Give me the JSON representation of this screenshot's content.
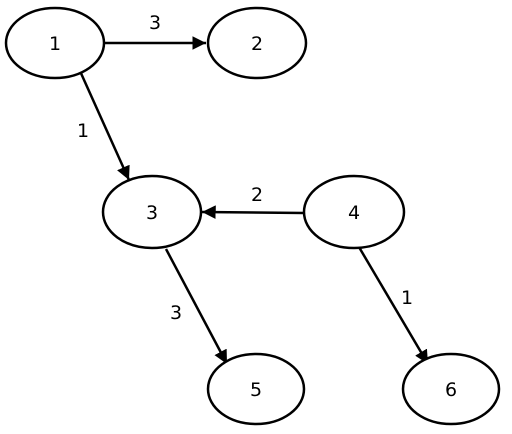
{
  "nodes": [
    {
      "id": "1",
      "label": "1"
    },
    {
      "id": "2",
      "label": "2"
    },
    {
      "id": "3",
      "label": "3"
    },
    {
      "id": "4",
      "label": "4"
    },
    {
      "id": "5",
      "label": "5"
    },
    {
      "id": "6",
      "label": "6"
    }
  ],
  "edges": [
    {
      "from": "1",
      "to": "2",
      "weight": "3"
    },
    {
      "from": "1",
      "to": "3",
      "weight": "1"
    },
    {
      "from": "4",
      "to": "3",
      "weight": "2"
    },
    {
      "from": "3",
      "to": "5",
      "weight": "3"
    },
    {
      "from": "4",
      "to": "6",
      "weight": "1"
    }
  ],
  "colors": {
    "stroke": "#000000",
    "fill": "#ffffff"
  }
}
